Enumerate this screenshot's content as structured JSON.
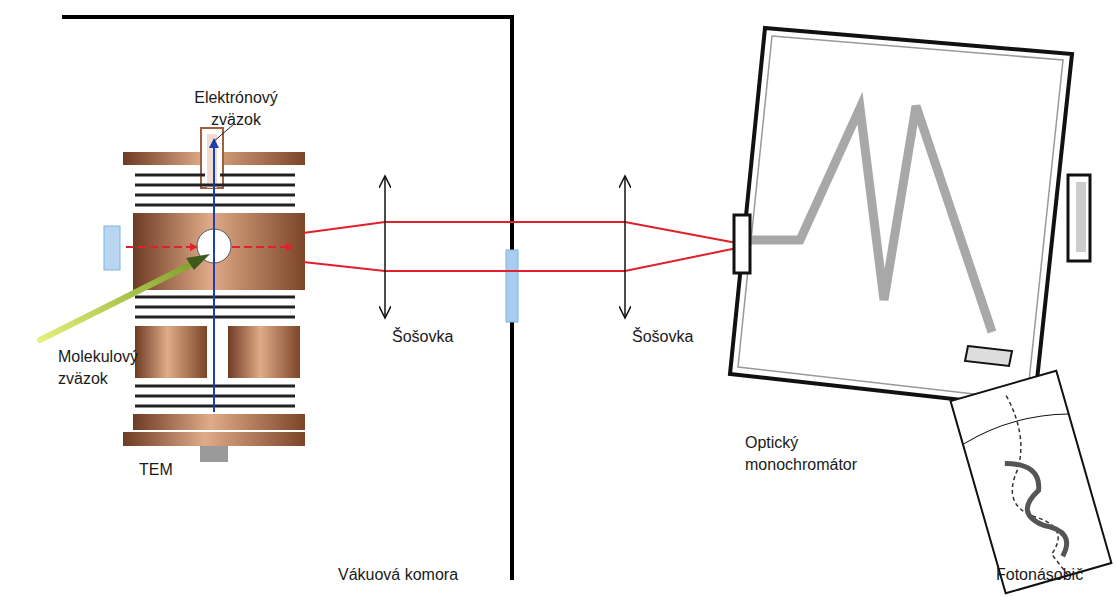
{
  "diagram": {
    "labels": [
      "Elektrónový zväzok",
      "Molekulový zväzok",
      "TEM",
      "Šošovka",
      "Šošovka",
      "Vákuová komora",
      "Optický monochromátor",
      "Fotonásobič"
    ]
  }
}
